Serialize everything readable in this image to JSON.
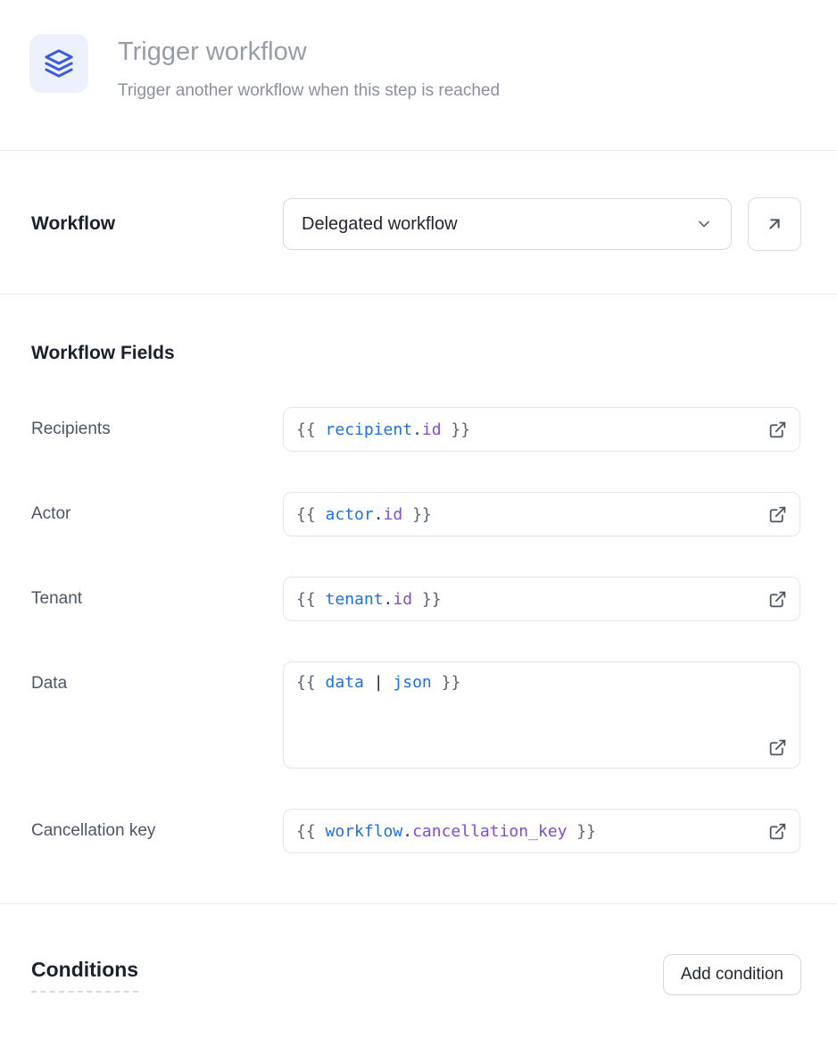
{
  "colors": {
    "accent_blue": "#3b5bdb",
    "icon_bg": "#edf1fd",
    "code_brace": "#5a6270",
    "code_variable": "#1f6feb",
    "code_dot": "#1e3a8a",
    "code_property": "#7e4ae0",
    "code_pipe": "#1f2328",
    "muted_text": "#8a909c",
    "heading_text": "#1a202c",
    "field_label_text": "#4d5665",
    "input_border": "#e3e5ea"
  },
  "header": {
    "icon": "layers-icon",
    "title": "Trigger workflow",
    "subtitle": "Trigger another workflow when this step is reached"
  },
  "workflow": {
    "label": "Workflow",
    "selected_option": "Delegated workflow",
    "open_button_icon": "arrow-up-right-icon"
  },
  "fields_section": {
    "heading": "Workflow Fields",
    "fields": [
      {
        "label": "Recipients",
        "value": "{{ recipient.id }}",
        "multiline": false,
        "tokens": [
          {
            "t": "{{ ",
            "c": "brace"
          },
          {
            "t": "recipient",
            "c": "var"
          },
          {
            "t": ".",
            "c": "dot"
          },
          {
            "t": "id",
            "c": "prop"
          },
          {
            "t": " }}",
            "c": "brace"
          }
        ]
      },
      {
        "label": "Actor",
        "value": "{{ actor.id }}",
        "multiline": false,
        "tokens": [
          {
            "t": "{{ ",
            "c": "brace"
          },
          {
            "t": "actor",
            "c": "var"
          },
          {
            "t": ".",
            "c": "dot"
          },
          {
            "t": "id",
            "c": "prop"
          },
          {
            "t": " }}",
            "c": "brace"
          }
        ]
      },
      {
        "label": "Tenant",
        "value": "{{ tenant.id }}",
        "multiline": false,
        "tokens": [
          {
            "t": "{{ ",
            "c": "brace"
          },
          {
            "t": "tenant",
            "c": "var"
          },
          {
            "t": ".",
            "c": "dot"
          },
          {
            "t": "id",
            "c": "prop"
          },
          {
            "t": " }}",
            "c": "brace"
          }
        ]
      },
      {
        "label": "Data",
        "value": "{{ data | json }}",
        "multiline": true,
        "tokens": [
          {
            "t": "{{ ",
            "c": "brace"
          },
          {
            "t": "data",
            "c": "var"
          },
          {
            "t": " ",
            "c": "plain"
          },
          {
            "t": "|",
            "c": "pipe"
          },
          {
            "t": " ",
            "c": "plain"
          },
          {
            "t": "json",
            "c": "var"
          },
          {
            "t": " }}",
            "c": "brace"
          }
        ]
      },
      {
        "label": "Cancellation key",
        "value": "{{ workflow.cancellation_key }}",
        "multiline": false,
        "tokens": [
          {
            "t": "{{ ",
            "c": "brace"
          },
          {
            "t": "workflow",
            "c": "var"
          },
          {
            "t": ".",
            "c": "dot"
          },
          {
            "t": "cancellation_key",
            "c": "prop"
          },
          {
            "t": " }}",
            "c": "brace"
          }
        ]
      }
    ]
  },
  "conditions_section": {
    "heading": "Conditions",
    "add_button_label": "Add condition"
  }
}
